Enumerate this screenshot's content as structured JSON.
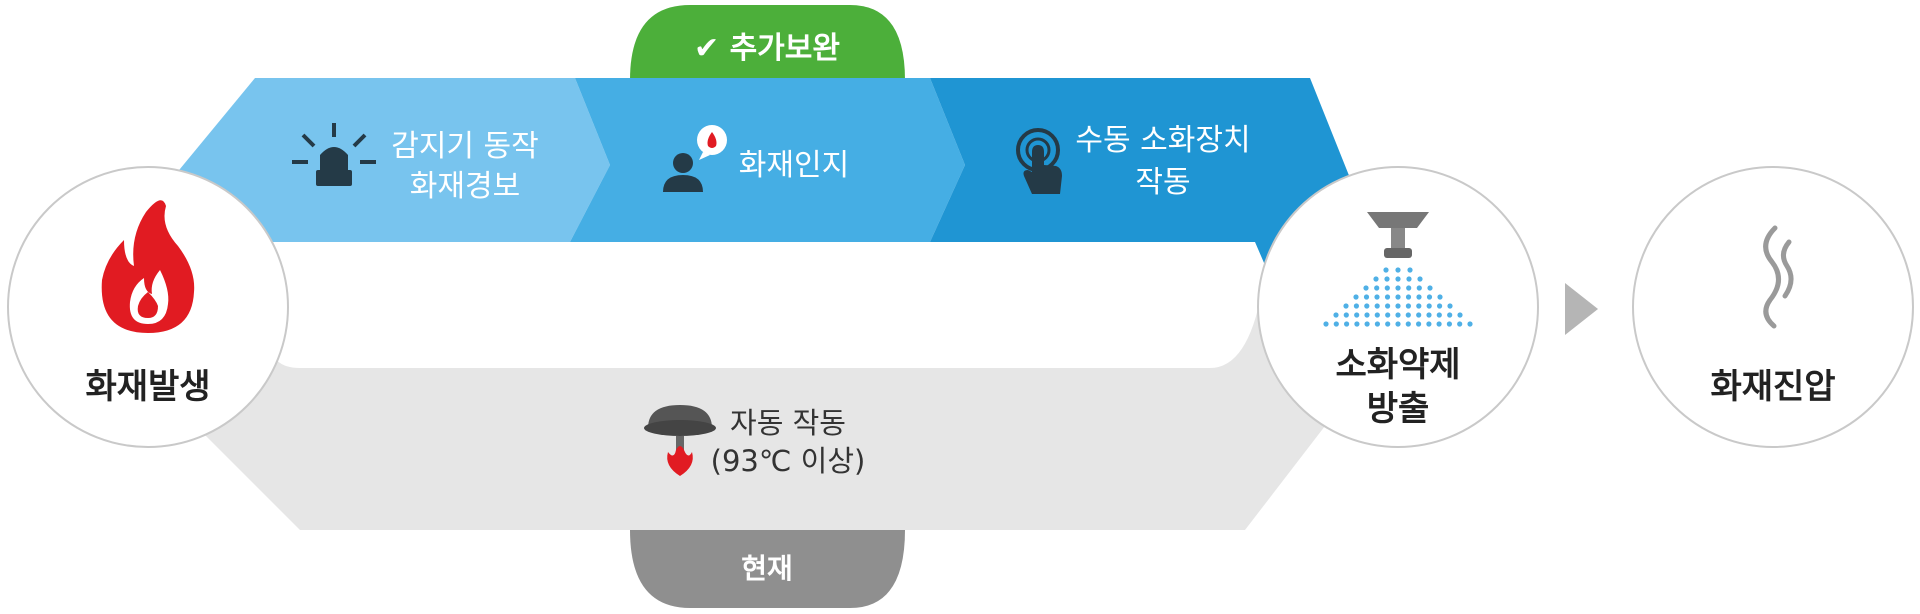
{
  "tabs": {
    "upper": "✔ 추가보완",
    "lower": "현재"
  },
  "stages": {
    "upper": [
      {
        "icon": "beacon-alarm-icon",
        "lines": [
          "감지기 동작",
          "화재경보"
        ]
      },
      {
        "icon": "person-alert-icon",
        "lines": [
          "화재인지"
        ]
      },
      {
        "icon": "hand-press-icon",
        "lines": [
          "수동 소화장치",
          "작동"
        ]
      }
    ],
    "lower": {
      "icon": "sprinkler-head-icon",
      "lines": [
        "자동 작동",
        "(93℃ 이상)"
      ]
    }
  },
  "nodes": {
    "start": {
      "icon": "fire-icon",
      "label": "화재발생"
    },
    "discharge": {
      "icon": "sprinkler-spray-icon",
      "lines": [
        "소화약제",
        "방출"
      ]
    },
    "end": {
      "icon": "smoke-icon",
      "label": "화재진압"
    }
  },
  "colors": {
    "tab_upper": "#4caf3a",
    "tab_lower": "#8f8f8f",
    "band_1": "#78c4ee",
    "band_2": "#45aee4",
    "band_3": "#1f95d3",
    "band_lower": "#e6e6e6",
    "icon_dark": "#243a47",
    "fire_red": "#e11b22",
    "arrow": "#b5b5b5"
  }
}
